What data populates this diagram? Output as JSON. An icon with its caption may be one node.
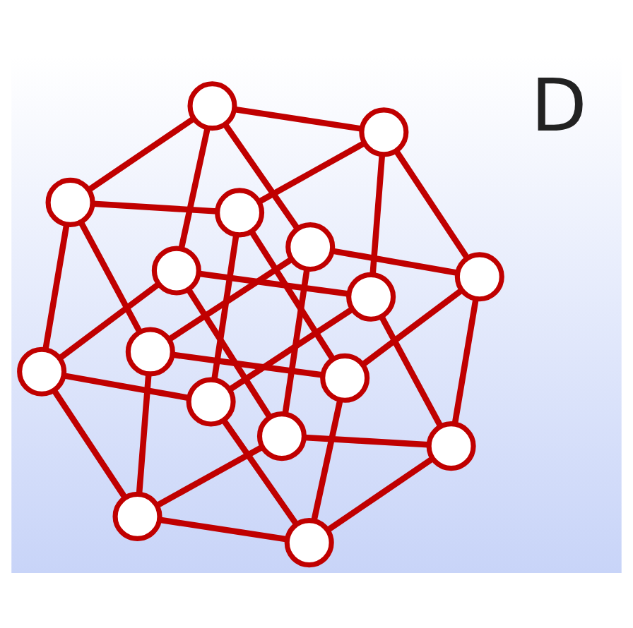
{
  "diagram": {
    "nodes": [
      {
        "text": [],
        "shape": "circle"
      },
      {
        "text": [],
        "shape": "circle"
      },
      {
        "text": [],
        "shape": "circle"
      },
      {
        "text": [],
        "shape": "circle"
      },
      {
        "text": [],
        "shape": "circle"
      },
      {
        "text": [],
        "shape": "circle"
      },
      {
        "text": [],
        "shape": "circle"
      },
      {
        "text": [],
        "shape": "circle"
      },
      {
        "text": [],
        "shape": "circle"
      },
      {
        "text": [],
        "shape": "circle"
      },
      {
        "text": [],
        "shape": "circle"
      },
      {
        "text": [],
        "shape": "circle"
      },
      {
        "text": [],
        "shape": "circle"
      },
      {
        "text": [],
        "shape": "circle"
      },
      {
        "text": [],
        "shape": "circle"
      },
      {
        "text": [],
        "shape": "circle"
      }
    ],
    "edges": [
      {
        "from": 0,
        "to": 2,
        "arrow": "none"
      },
      {
        "from": 2,
        "to": 9,
        "arrow": "none"
      },
      {
        "from": 9,
        "to": 14,
        "arrow": "none"
      },
      {
        "from": 14,
        "to": 15,
        "arrow": "none"
      },
      {
        "from": 15,
        "to": 13,
        "arrow": "none"
      },
      {
        "from": 13,
        "to": 6,
        "arrow": "none"
      },
      {
        "from": 6,
        "to": 1,
        "arrow": "none"
      },
      {
        "from": 1,
        "to": 0,
        "arrow": "none"
      },
      {
        "from": 0,
        "to": 4,
        "arrow": "none"
      },
      {
        "from": 0,
        "to": 5,
        "arrow": "none"
      },
      {
        "from": 2,
        "to": 3,
        "arrow": "none"
      },
      {
        "from": 2,
        "to": 8,
        "arrow": "none"
      },
      {
        "from": 9,
        "to": 5,
        "arrow": "none"
      },
      {
        "from": 9,
        "to": 11,
        "arrow": "none"
      },
      {
        "from": 14,
        "to": 8,
        "arrow": "none"
      },
      {
        "from": 14,
        "to": 12,
        "arrow": "none"
      },
      {
        "from": 15,
        "to": 11,
        "arrow": "none"
      },
      {
        "from": 15,
        "to": 10,
        "arrow": "none"
      },
      {
        "from": 13,
        "to": 12,
        "arrow": "none"
      },
      {
        "from": 13,
        "to": 7,
        "arrow": "none"
      },
      {
        "from": 6,
        "to": 10,
        "arrow": "none"
      },
      {
        "from": 6,
        "to": 4,
        "arrow": "none"
      },
      {
        "from": 1,
        "to": 7,
        "arrow": "none"
      },
      {
        "from": 1,
        "to": 3,
        "arrow": "none"
      },
      {
        "from": 3,
        "to": 11,
        "arrow": "none"
      },
      {
        "from": 5,
        "to": 12,
        "arrow": "none"
      },
      {
        "from": 8,
        "to": 10,
        "arrow": "none"
      },
      {
        "from": 11,
        "to": 7,
        "arrow": "none"
      },
      {
        "from": 12,
        "to": 4,
        "arrow": "none"
      },
      {
        "from": 10,
        "to": 3,
        "arrow": "none"
      },
      {
        "from": 7,
        "to": 5,
        "arrow": "none"
      },
      {
        "from": 4,
        "to": 8,
        "arrow": "none"
      }
    ],
    "labels": [
      "D"
    ]
  }
}
